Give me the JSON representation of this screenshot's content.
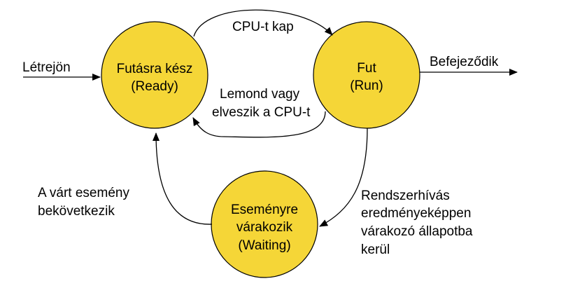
{
  "colors": {
    "state_fill": "#f5d637",
    "stroke": "#000000",
    "background": "#ffffff"
  },
  "states": {
    "ready": {
      "line1": "Futásra kész",
      "line2": "(Ready)"
    },
    "run": {
      "line1": "Fut",
      "line2": "(Run)"
    },
    "waiting": {
      "line1": "Eseményre",
      "line2": "várakozik",
      "line3": "(Waiting)"
    }
  },
  "transitions": {
    "created": {
      "label": "Létrejön"
    },
    "terminates": {
      "label": "Befejeződik"
    },
    "dispatch": {
      "label": "CPU-t kap"
    },
    "preempt": {
      "line1": "Lemond vagy",
      "line2": "elveszik a CPU-t"
    },
    "wait": {
      "line1": "Rendszerhívás",
      "line2": "eredményeképpen",
      "line3": "várakozó állapotba",
      "line4": "kerül"
    },
    "event_occurs": {
      "line1": "A várt esemény",
      "line2": "bekövetkezik"
    }
  }
}
